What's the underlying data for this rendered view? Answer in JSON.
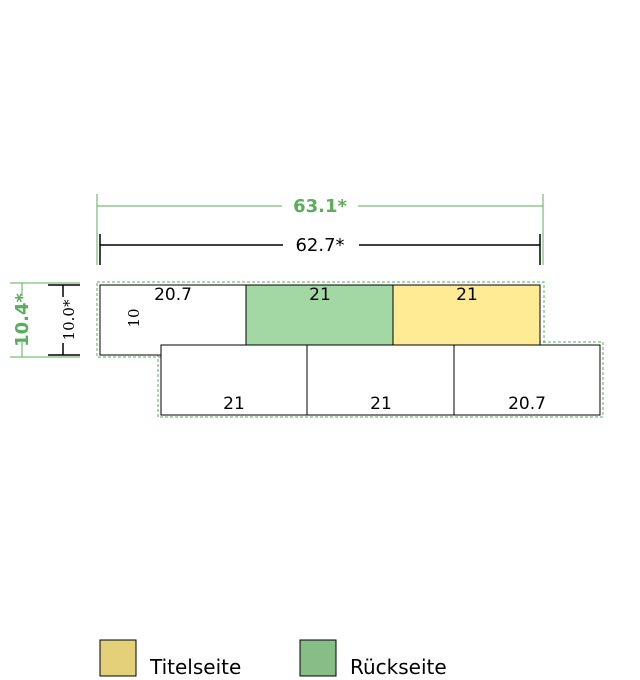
{
  "colors": {
    "green_dim": "#5aad5a",
    "green_panel": "#a3d7a3",
    "yellow_panel": "#ffeb94",
    "legend_yellow": "#e5d07a",
    "legend_green": "#87bd87",
    "stroke": "#000000"
  },
  "dimensions": {
    "total_width_outer": "63.1*",
    "total_width_inner": "62.7*",
    "height_outer": "10.4*",
    "height_inner": "10.0*"
  },
  "top_row": [
    {
      "label": "20.7",
      "fill": "none"
    },
    {
      "label": "21",
      "fill": "green"
    },
    {
      "label": "21",
      "fill": "yellow"
    }
  ],
  "top_row_side_label": "10",
  "bottom_row": [
    {
      "label": "21"
    },
    {
      "label": "21"
    },
    {
      "label": "20.7"
    }
  ],
  "legend": [
    {
      "label": "Titelseite",
      "color": "#e5d07a"
    },
    {
      "label": "Rückseite",
      "color": "#87bd87"
    }
  ]
}
